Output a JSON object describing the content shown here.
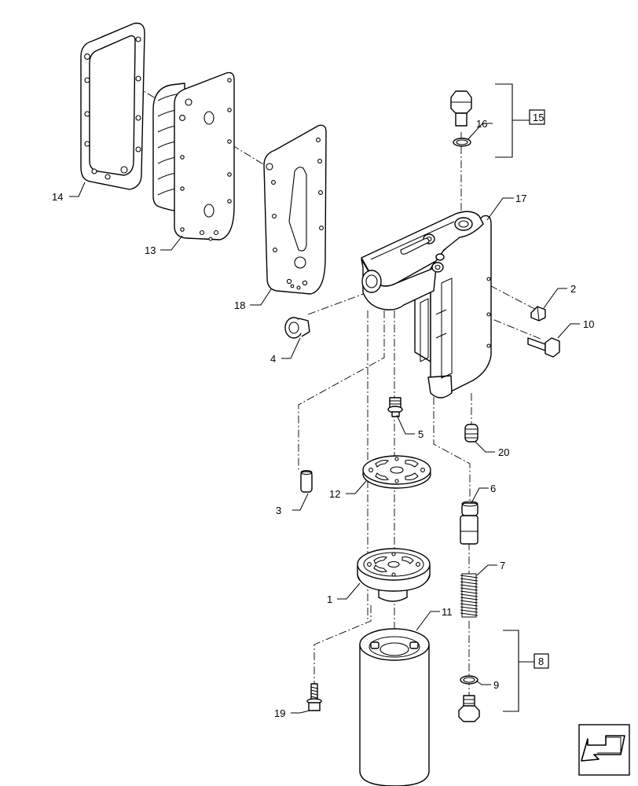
{
  "callouts": {
    "c1": "1",
    "c2": "2",
    "c3": "3",
    "c4": "4",
    "c5": "5",
    "c6": "6",
    "c7": "7",
    "c9": "9",
    "c10": "10",
    "c11": "11",
    "c12": "12",
    "c13": "13",
    "c14": "14",
    "c16": "16",
    "c17": "17",
    "c18": "18",
    "c19": "19",
    "c20": "20"
  },
  "kits": {
    "k15": "15",
    "k8": "8"
  },
  "icons": {
    "nav": "arrow-return-icon"
  }
}
